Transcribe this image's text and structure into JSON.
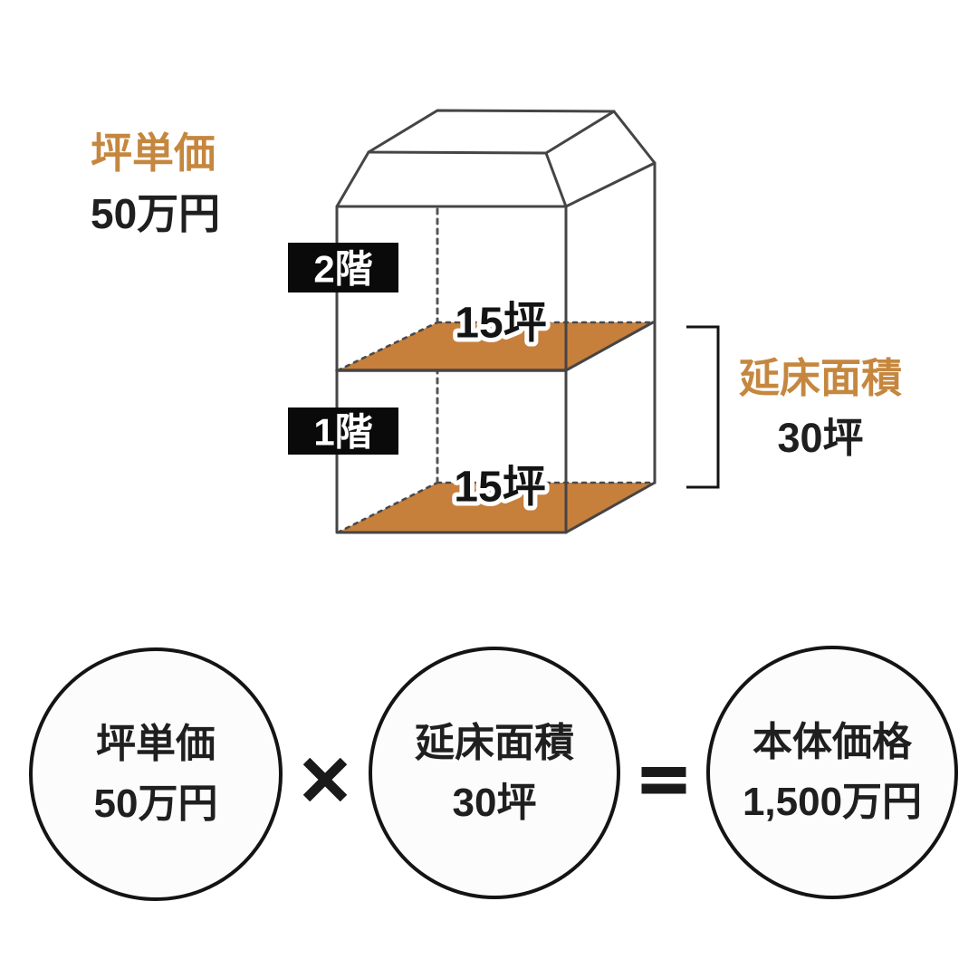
{
  "colors": {
    "accent_orange": "#c5873f",
    "floor_orange": "#c77f3c",
    "line_gray": "#454545",
    "text_dark": "#1f1f1f",
    "badge_black": "#0a0a0a"
  },
  "unit_price": {
    "label": "坪単価",
    "value": "50万円"
  },
  "house": {
    "floor2_label": "2階",
    "floor1_label": "1階",
    "floor2_area": "15坪",
    "floor1_area": "15坪"
  },
  "total_area": {
    "label": "延床面積",
    "value": "30坪"
  },
  "formula": {
    "multiply": "×",
    "equals": "=",
    "terms": [
      {
        "line1": "坪単価",
        "line2": "50万円"
      },
      {
        "line1": "延床面積",
        "line2": "30坪"
      },
      {
        "line1": "本体価格",
        "line2": "1,500万円"
      }
    ]
  }
}
